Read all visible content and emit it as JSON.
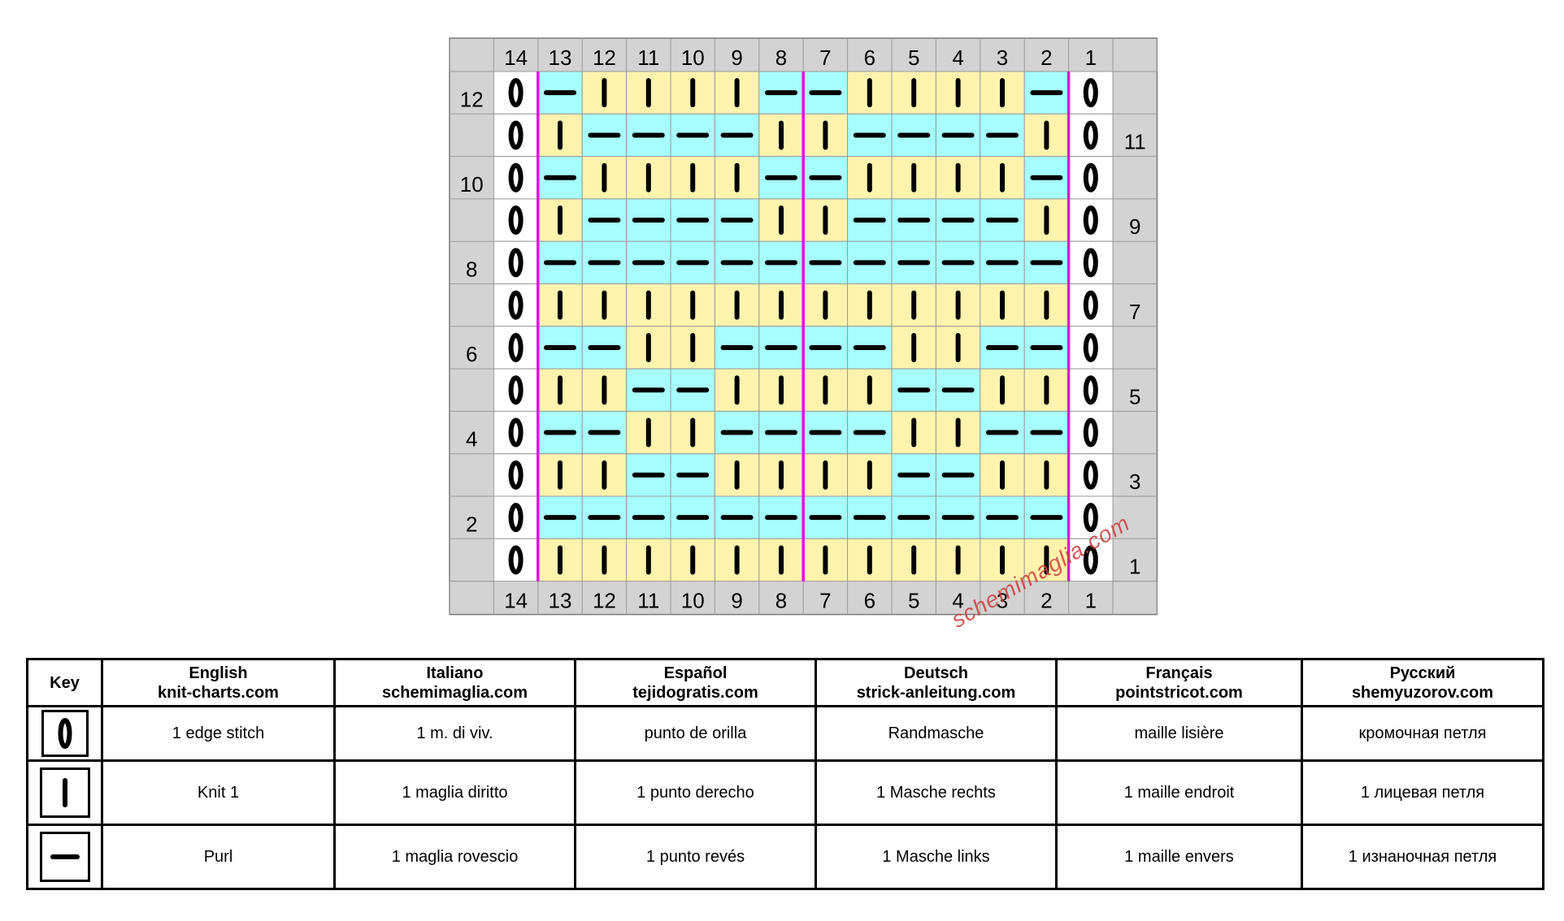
{
  "chart": {
    "columns": 14,
    "rows": 12,
    "column_numbers": [
      "14",
      "13",
      "12",
      "11",
      "10",
      "9",
      "8",
      "7",
      "6",
      "5",
      "4",
      "3",
      "2",
      "1"
    ],
    "row_numbers": [
      "12",
      "11",
      "10",
      "9",
      "8",
      "7",
      "6",
      "5",
      "4",
      "3",
      "2",
      "1"
    ],
    "colors": {
      "frame": "#d3d3d3",
      "knit_cell": "#fff3ad",
      "purl_cell": "#a6fefe",
      "edge_cell": "#ffffff",
      "divider": "#e011e0",
      "grid": "#9a9a9a"
    },
    "legend": "E = edge stitch, K = knit, P = purl; rows listed top (row 12) to bottom (row 1), left to right (column 14 to column 1)",
    "grid": [
      "EPKKKKPPKKKKPE",
      "EKPPPPKKPPPPKE",
      "EPKKKKPPKKKKPE",
      "EKPPPPKKPPPPKE",
      "EPPPPPPPPPPPPE",
      "EKKKKKKKKKKKKE",
      "EPPKKPPPPKKPPE",
      "EKKPPKKKKPPKKE",
      "EPPKKPPPPKKPPE",
      "EKKPPKKKKPPKKE",
      "EPPPPPPPPPPPPE",
      "EKKKKKKKKKKKKE"
    ]
  },
  "watermark": "schemimaglia.com",
  "key_table": {
    "headers": [
      {
        "lang": "Key",
        "site": ""
      },
      {
        "lang": "English",
        "site": "knit-charts.com"
      },
      {
        "lang": "Italiano",
        "site": "schemimaglia.com"
      },
      {
        "lang": "Español",
        "site": "tejidogratis.com"
      },
      {
        "lang": "Deutsch",
        "site": "strick-anleitung.com"
      },
      {
        "lang": "Français",
        "site": "pointstricot.com"
      },
      {
        "lang": "Русский",
        "site": "shemyuzorov.com"
      }
    ],
    "rows": [
      {
        "icon": "edge-stitch-icon",
        "labels": [
          "1 edge stitch",
          "1 m. di viv.",
          "punto de orilla",
          "Randmasche",
          "maille lisière",
          "кромочная петля"
        ]
      },
      {
        "icon": "knit-icon",
        "labels": [
          "Knit 1",
          "1 maglia diritto",
          "1 punto derecho",
          "1 Masche rechts",
          "1 maille endroit",
          "1 лицевая петля"
        ]
      },
      {
        "icon": "purl-icon",
        "labels": [
          "Purl",
          "1 maglia rovescio",
          "1 punto revés",
          "1 Masche links",
          "1 maille envers",
          "1 изнаночная петля"
        ]
      }
    ]
  }
}
